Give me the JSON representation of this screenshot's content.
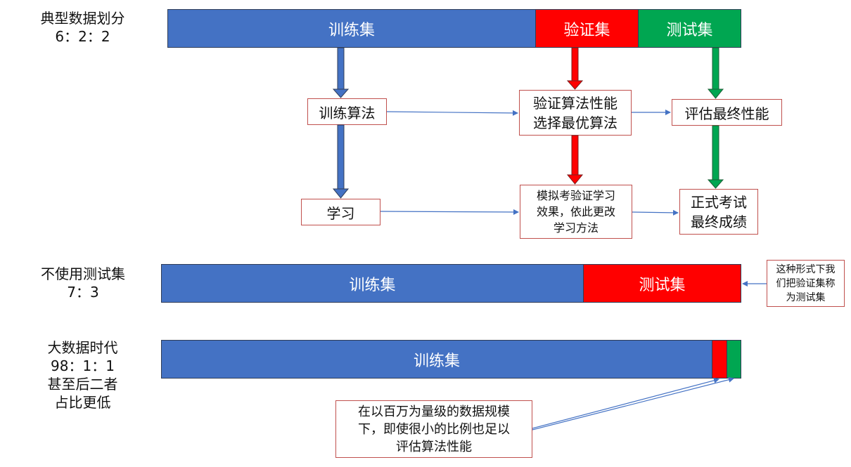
{
  "section1": {
    "label_lines": [
      "典型数据划分",
      "6：2：2"
    ],
    "bar": {
      "train": "训练集",
      "val": "验证集",
      "test": "测试集"
    },
    "train_algo": "训练算法",
    "val_algo_lines": [
      "验证算法性能",
      "选择最优算法"
    ],
    "eval_final": "评估最终性能",
    "learn": "学习",
    "mock_lines": [
      "模拟考验证学习",
      "效果，依此更改",
      "学习方法"
    ],
    "final_exam_lines": [
      "正式考试",
      "最终成绩"
    ]
  },
  "section2": {
    "label_lines": [
      "不使用测试集",
      "7：3"
    ],
    "bar": {
      "train": "训练集",
      "test": "测试集"
    },
    "note_lines": [
      "这种形式下我",
      "们把验证集称",
      "为测试集"
    ]
  },
  "section3": {
    "label_lines": [
      "大数据时代",
      "98：1：1",
      "甚至后二者",
      "占比更低"
    ],
    "bar": {
      "train": "训练集"
    },
    "note_lines": [
      "在以百万为量级的数据规模",
      "下，即使很小的比例也足以",
      "评估算法性能"
    ]
  },
  "colors": {
    "train": "#4472c4",
    "validation": "#ff0000",
    "test": "#00a651",
    "box_border": "#c0504d",
    "arrow_thin": "#4472c4"
  }
}
